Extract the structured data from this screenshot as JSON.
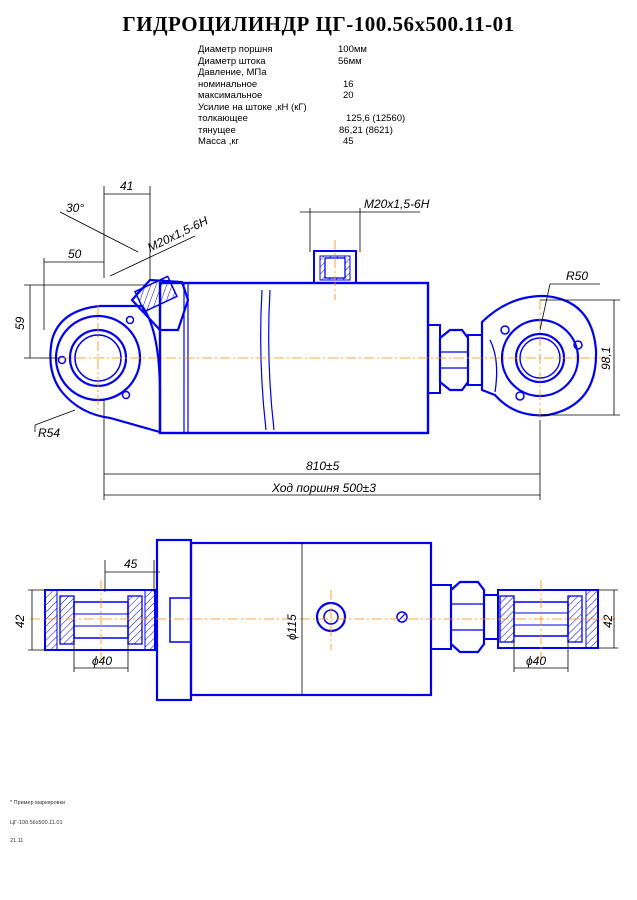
{
  "title": "ГИДРОЦИЛИНДР  ЦГ-100.56х500.11-01",
  "specs": [
    {
      "label": "Диаметр поршня",
      "value": "100мм"
    },
    {
      "label": "Диаметр штока",
      "value": "56мм"
    },
    {
      "label": "Давление, МПа",
      "value": ""
    },
    {
      "label": "номинальное",
      "value": "16"
    },
    {
      "label": "максимальное",
      "value": "20"
    },
    {
      "label": "Усилие на штоке ,кН (кГ)",
      "value": ""
    },
    {
      "label": "толкающее",
      "value": "125,6 (12560)"
    },
    {
      "label": "тянущее",
      "value": "86,21  (8621)"
    },
    {
      "label": "Масса ,кг",
      "value": "45"
    }
  ],
  "dimensions": {
    "angle": "30°",
    "d41": "41",
    "thread_left": "M20x1,5-6H",
    "thread_top": "M20x1,5-6H",
    "d50": "50",
    "d59": "59",
    "r54": "R54",
    "r50": "R50",
    "d98": "98,1",
    "length": "810±5",
    "stroke": "Ход поршня 500±3",
    "d45": "45",
    "d42_left": "42",
    "d42_right": "42",
    "d115": "ϕ115",
    "d40_left": "ϕ40",
    "d40_right": "ϕ40"
  },
  "footer": [
    "* Пример маркировки",
    "ЦГ-100.56x500.11.01",
    "21.11"
  ],
  "colors": {
    "outline": "#0000ee",
    "centerline": "#ff8a00",
    "dimension": "#000000"
  }
}
